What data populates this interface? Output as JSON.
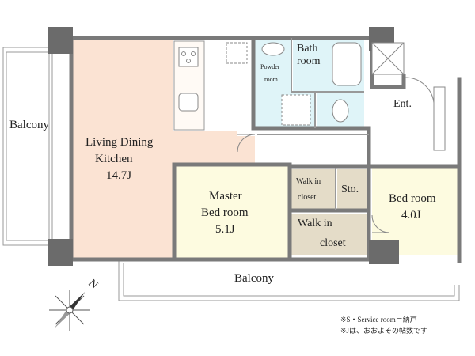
{
  "rooms": {
    "balcony_left": "Balcony",
    "ldk_line1": "Living Dining",
    "ldk_line2": "Kitchen",
    "ldk_size": "14.7J",
    "powder_line1": "Powder",
    "powder_line2": "room",
    "bath_line1": "Bath",
    "bath_line2": "room",
    "entrance": "Ent.",
    "master_line1": "Master",
    "master_line2": "Bed room",
    "master_size": "5.1J",
    "wic_small_line1": "Walk in",
    "wic_small_line2": "closet",
    "storage": "Sto.",
    "bedroom_line1": "Bed room",
    "bedroom_size": "4.0J",
    "wic_big_line1": "Walk in",
    "wic_big_line2": "closet",
    "balcony_bottom": "Balcony"
  },
  "compass": {
    "north_label": "N"
  },
  "notes": {
    "service_room": "※S・Service room＝納戸",
    "jo_note": "※Jは、おおよその帖数です"
  },
  "colors": {
    "wall": "#7a7a7a",
    "ldk_floor": "#fbe3d3",
    "bedroom_floor": "#fdfbe0",
    "wet_floor": "#dff4f8",
    "closet_floor": "#e4dcc8",
    "hall_floor": "#ffffff"
  }
}
